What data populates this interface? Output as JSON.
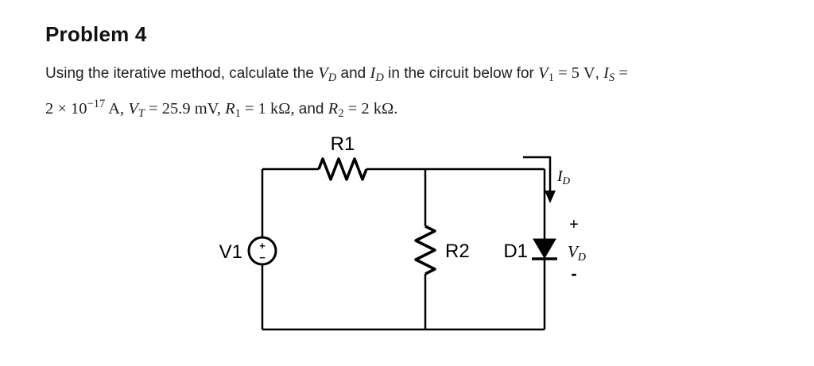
{
  "problem": {
    "title": "Problem 4",
    "line1": [
      "Using the iterative method, calculate the ",
      "V",
      "D",
      " and ",
      "I",
      "D",
      " in the circuit below for ",
      "V",
      "1",
      " = 5 V",
      ", ",
      "I",
      "S",
      " ="
    ],
    "line2": [
      "2 × 10",
      "−17",
      " A, ",
      "V",
      "T",
      " = 25.9 mV, ",
      "R",
      "1",
      " = 1 kΩ, ",
      "and ",
      "R",
      "2",
      " = 2 kΩ."
    ]
  },
  "circuit": {
    "r1_label": "R1",
    "r2_label": "R2",
    "d1_label": "D1",
    "v1_label": "V1",
    "source_plus": "+",
    "source_minus": "−",
    "id_var": "I",
    "id_sub": "D",
    "vd_var": "V",
    "vd_sub": "D",
    "vd_plus": "+",
    "vd_minus": "-"
  },
  "colors": {
    "ink": "#000000",
    "text": "#202020",
    "background": "#ffffff"
  }
}
